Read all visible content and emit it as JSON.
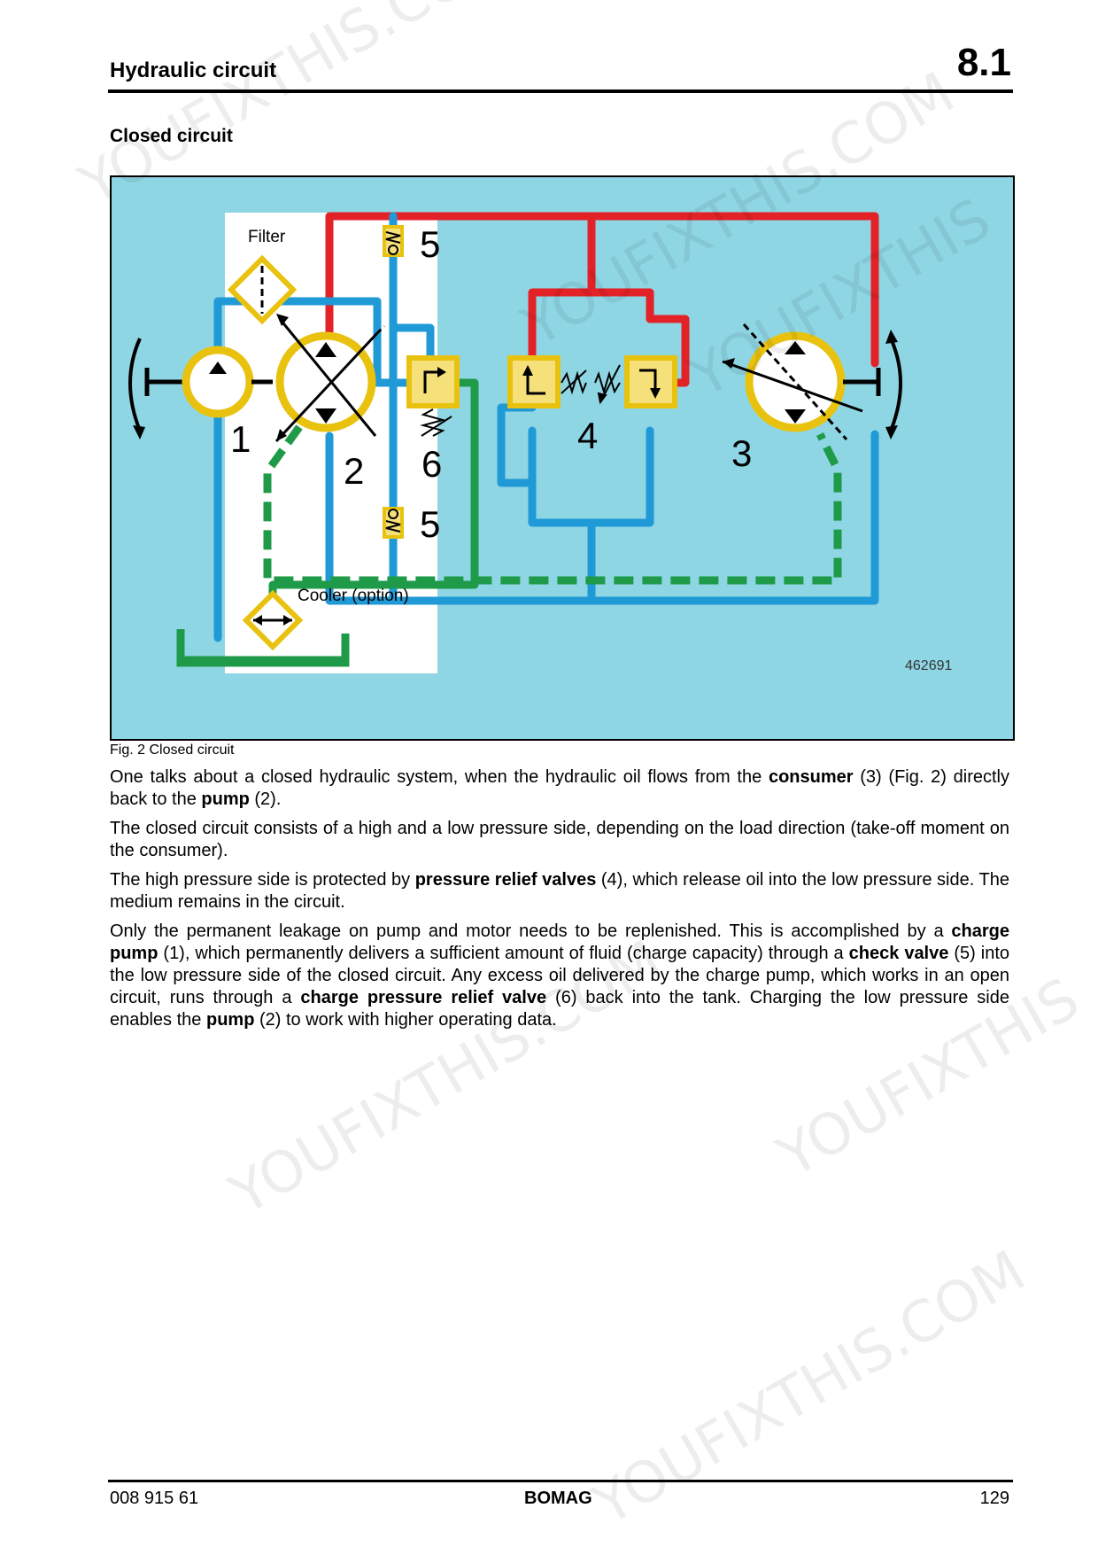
{
  "header": {
    "title": "Hydraulic circuit",
    "section": "8.1"
  },
  "section_heading": "Closed circuit",
  "figure": {
    "labels": {
      "filter": "Filter",
      "cooler": "Cooler (option)",
      "num_1": "1",
      "num_2": "2",
      "num_3": "3",
      "num_4": "4",
      "num_5_top": "5",
      "num_5_bottom": "5",
      "num_6": "6",
      "figure_id": "462691"
    },
    "colors": {
      "background": "#8fd6e4",
      "high_pressure": "#e32227",
      "low_pressure": "#1f9ad6",
      "charge_line": "#1e9a48",
      "component_fill": "#f5e07a",
      "component_outline": "#e8c20f"
    },
    "caption": "Fig. 2 Closed circuit"
  },
  "body": {
    "p1": [
      {
        "t": "One talks about a closed hydraulic system, when the hydraulic oil flows from the ",
        "b": false
      },
      {
        "t": "consumer",
        "b": true
      },
      {
        "t": " (3) (Fig. 2) directly back to the ",
        "b": false
      },
      {
        "t": "pump",
        "b": true
      },
      {
        "t": " (2).",
        "b": false
      }
    ],
    "p2": [
      {
        "t": "The closed circuit consists of a high and a low pressure side, depending on the load direction (take-off moment on the consumer).",
        "b": false
      }
    ],
    "p3": [
      {
        "t": "The high pressure side is protected by ",
        "b": false
      },
      {
        "t": "pressure relief valves",
        "b": true
      },
      {
        "t": " (4), which release oil into the low pressure side. The medium remains in the circuit.",
        "b": false
      }
    ],
    "p4": [
      {
        "t": "Only the permanent leakage on pump and motor needs to be replenished. This is accomplished by a ",
        "b": false
      },
      {
        "t": "charge pump",
        "b": true
      },
      {
        "t": " (1), which permanently delivers a sufficient amount of fluid (charge capacity) through a ",
        "b": false
      },
      {
        "t": "check valve",
        "b": true
      },
      {
        "t": " (5) into the low pressure side of the closed circuit. Any excess oil delivered by the charge pump, which works in an open circuit, runs through a ",
        "b": false
      },
      {
        "t": "charge pressure relief valve",
        "b": true
      },
      {
        "t": " (6) back into the tank. Charging the low pressure side enables the ",
        "b": false
      },
      {
        "t": "pump",
        "b": true
      },
      {
        "t": " (2) to work with higher operating data.",
        "b": false
      }
    ]
  },
  "footer": {
    "doc_number": "008 915 61",
    "brand": "BOMAG",
    "page": "129"
  },
  "watermarks": [
    "YOUFIXTHIS.COM",
    "YOUFIXTHIS.COM",
    "YOUFIXTHIS",
    "YOUFIXTHIS",
    "YOUFIXTHIS.COM",
    "YOUFIXTHIS.COM"
  ]
}
